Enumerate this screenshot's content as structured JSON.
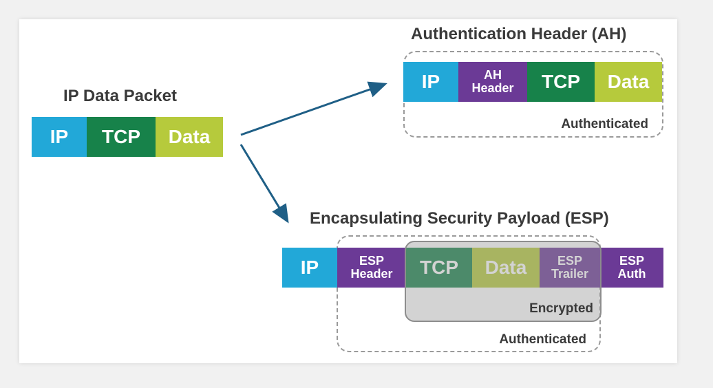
{
  "colors": {
    "ip": "#22a8d8",
    "header": "#6b3a96",
    "tcp": "#17824a",
    "data": "#b6ca3c",
    "arrow": "#1f5f86"
  },
  "packet": {
    "title": "IP Data Packet",
    "ip": "IP",
    "tcp": "TCP",
    "data": "Data"
  },
  "ah": {
    "title": "Authentication Header (AH)",
    "ip": "IP",
    "header": "AH\nHeader",
    "tcp": "TCP",
    "data": "Data",
    "authenticated": "Authenticated"
  },
  "esp": {
    "title": "Encapsulating Security Payload (ESP)",
    "ip": "IP",
    "header": "ESP\nHeader",
    "tcp": "TCP",
    "data": "Data",
    "trailer": "ESP\nTrailer",
    "auth": "ESP\nAuth",
    "encrypted": "Encrypted",
    "authenticated": "Authenticated"
  }
}
